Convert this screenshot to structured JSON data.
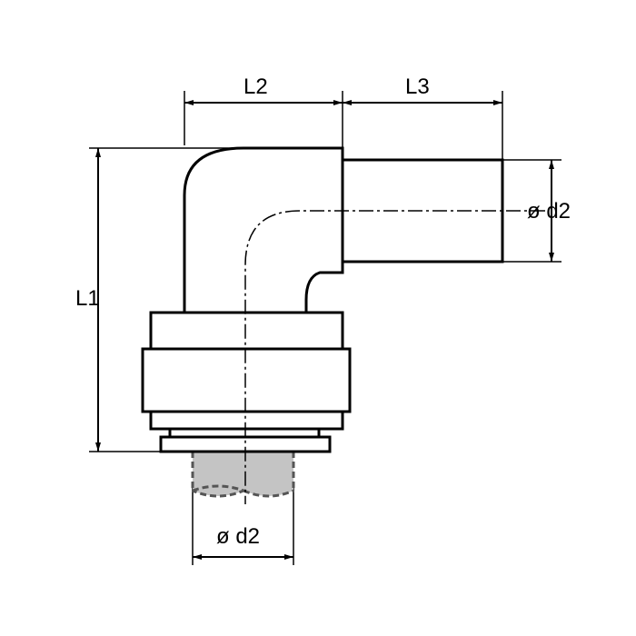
{
  "labels": {
    "l1": "L1",
    "l2": "L2",
    "l3": "L3",
    "d2_right": "ø d2",
    "d2_bottom": "ø d2"
  },
  "colors": {
    "stroke": "#000000",
    "tube_fill": "#c4c4c4",
    "tube_dash": "#555555"
  }
}
